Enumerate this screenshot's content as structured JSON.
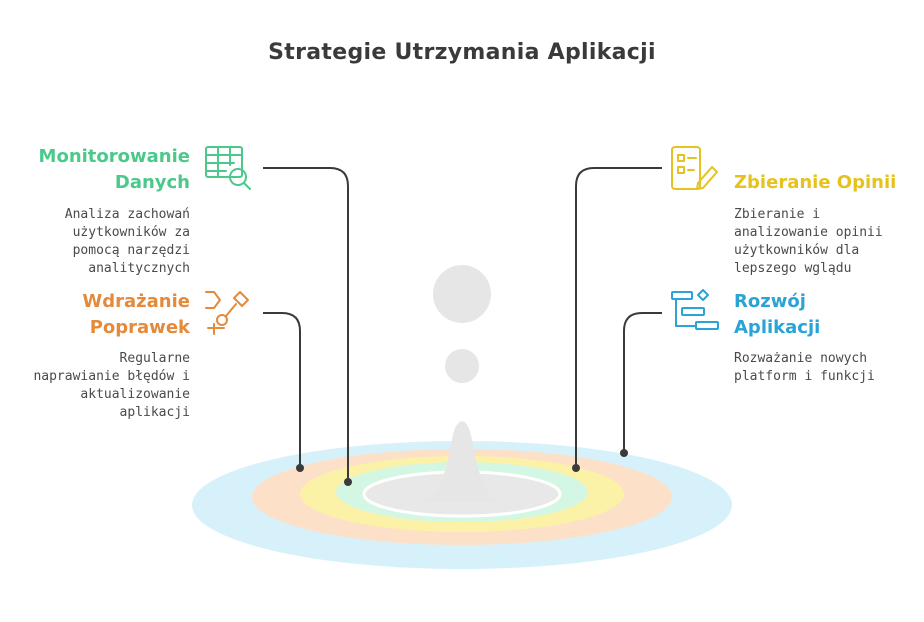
{
  "title": "Strategie Utrzymania Aplikacji",
  "colors": {
    "green": "#4cc98a",
    "orange": "#e58a3a",
    "yellow": "#e6c21f",
    "blue": "#2aa3d6",
    "ring_blue": "#d7f1fb",
    "ring_peach": "#fde0c8",
    "ring_yellow": "#fbf2a8",
    "ring_mint": "#d4f7e4",
    "ring_grey": "#e8e8e8",
    "drop_grey": "#e6e6e6",
    "line": "#3a3a3a"
  },
  "items": [
    {
      "heading_line1": "Monitorowanie",
      "heading_line2": "Danych",
      "desc_lines": [
        "Analiza zachowań",
        "użytkowników za",
        "pomocą narzędzi",
        "analitycznych"
      ],
      "icon": "table-search-icon"
    },
    {
      "heading_line1": "Wdrażanie",
      "heading_line2": "Poprawek",
      "desc_lines": [
        "Regularne",
        "naprawianie błędów i",
        "aktualizowanie",
        "aplikacji"
      ],
      "icon": "tools-icon"
    },
    {
      "heading_line1": "Zbieranie Opinii",
      "desc_lines": [
        "Zbieranie i",
        "analizowanie opinii",
        "użytkowników dla",
        "lepszego wglądu"
      ],
      "icon": "checklist-pencil-icon"
    },
    {
      "heading_line1": "Rozwój",
      "heading_line2": "Aplikacji",
      "desc_lines": [
        "Rozważanie nowych",
        "platform i funkcji"
      ],
      "icon": "gantt-icon"
    }
  ]
}
